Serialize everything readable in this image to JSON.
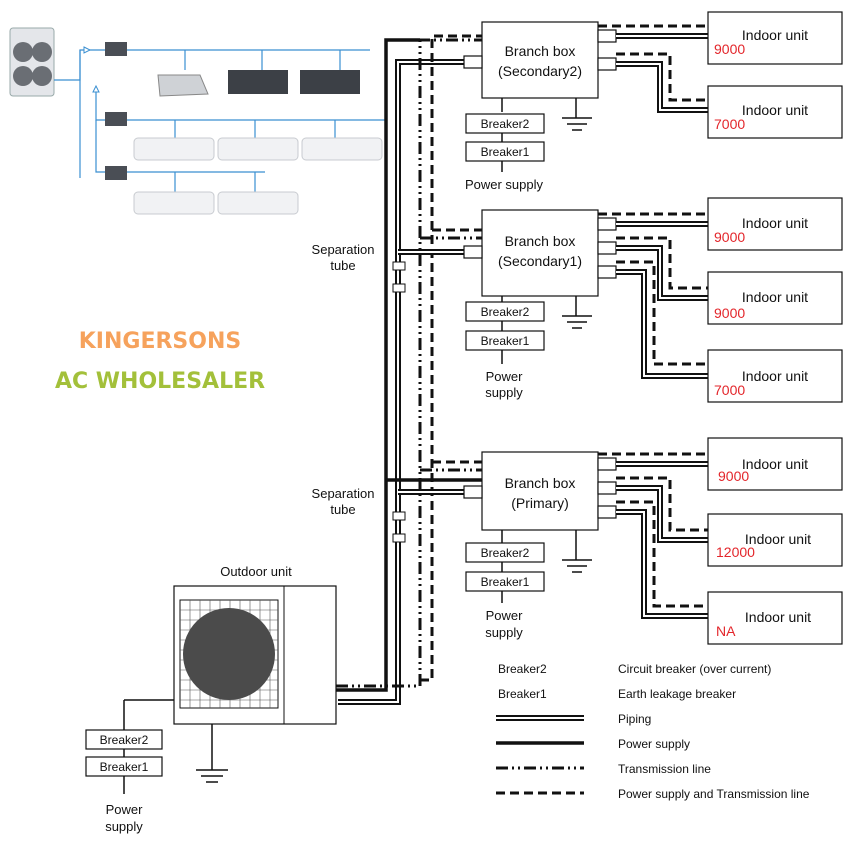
{
  "brand": {
    "line1": "KINGERSONS",
    "line2": "AC WHOLESALER"
  },
  "branch_boxes": {
    "secondary2": {
      "line1": "Branch box",
      "line2": "(Secondary2)"
    },
    "secondary1": {
      "line1": "Branch box",
      "line2": "(Secondary1)"
    },
    "primary": {
      "line1": "Branch box",
      "line2": "(Primary)"
    }
  },
  "indoor_label": "Indoor unit",
  "indoor_units": [
    {
      "capacity": "9000"
    },
    {
      "capacity": "7000"
    },
    {
      "capacity": "9000"
    },
    {
      "capacity": "9000"
    },
    {
      "capacity": "7000"
    },
    {
      "capacity": "9000"
    },
    {
      "capacity": "12000"
    },
    {
      "capacity": "NA"
    }
  ],
  "breakers": {
    "b2": "Breaker2",
    "b1": "Breaker1"
  },
  "power_supply_sec2": "Power supply",
  "power_supply_sec1": [
    "Power",
    "supply"
  ],
  "power_supply_primary": [
    "Power",
    "supply"
  ],
  "power_supply_outdoor": [
    "Power",
    "supply"
  ],
  "separation_tube": [
    "Separation",
    "tube"
  ],
  "outdoor_label": "Outdoor unit",
  "legend": [
    {
      "key": "Breaker2",
      "desc": "Circuit breaker (over current)"
    },
    {
      "key": "Breaker1",
      "desc": "Earth leakage breaker"
    },
    {
      "key": "",
      "desc": "Piping"
    },
    {
      "key": "",
      "desc": "Power supply"
    },
    {
      "key": "",
      "desc": "Transmission line"
    },
    {
      "key": "",
      "desc": "Power supply and Transmission line"
    }
  ]
}
